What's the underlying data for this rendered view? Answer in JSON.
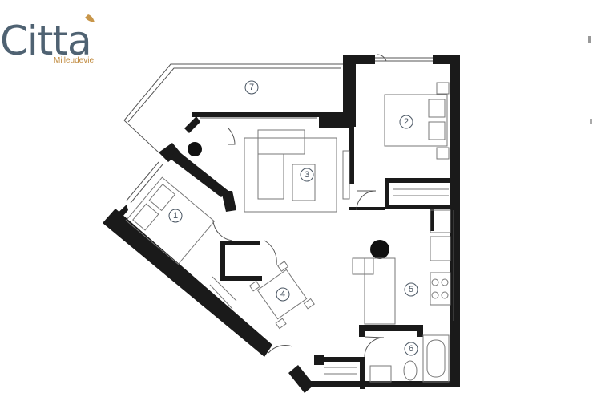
{
  "brand": {
    "name": "Citta",
    "tagline": "Milleudevie",
    "colors": {
      "wordmark": "#4f6272",
      "accent": "#c8964a",
      "walls": "#1a1a1a"
    }
  },
  "rooms": [
    {
      "number": "1"
    },
    {
      "number": "2"
    },
    {
      "number": "3"
    },
    {
      "number": "4"
    },
    {
      "number": "5"
    },
    {
      "number": "6"
    },
    {
      "number": "7"
    }
  ]
}
